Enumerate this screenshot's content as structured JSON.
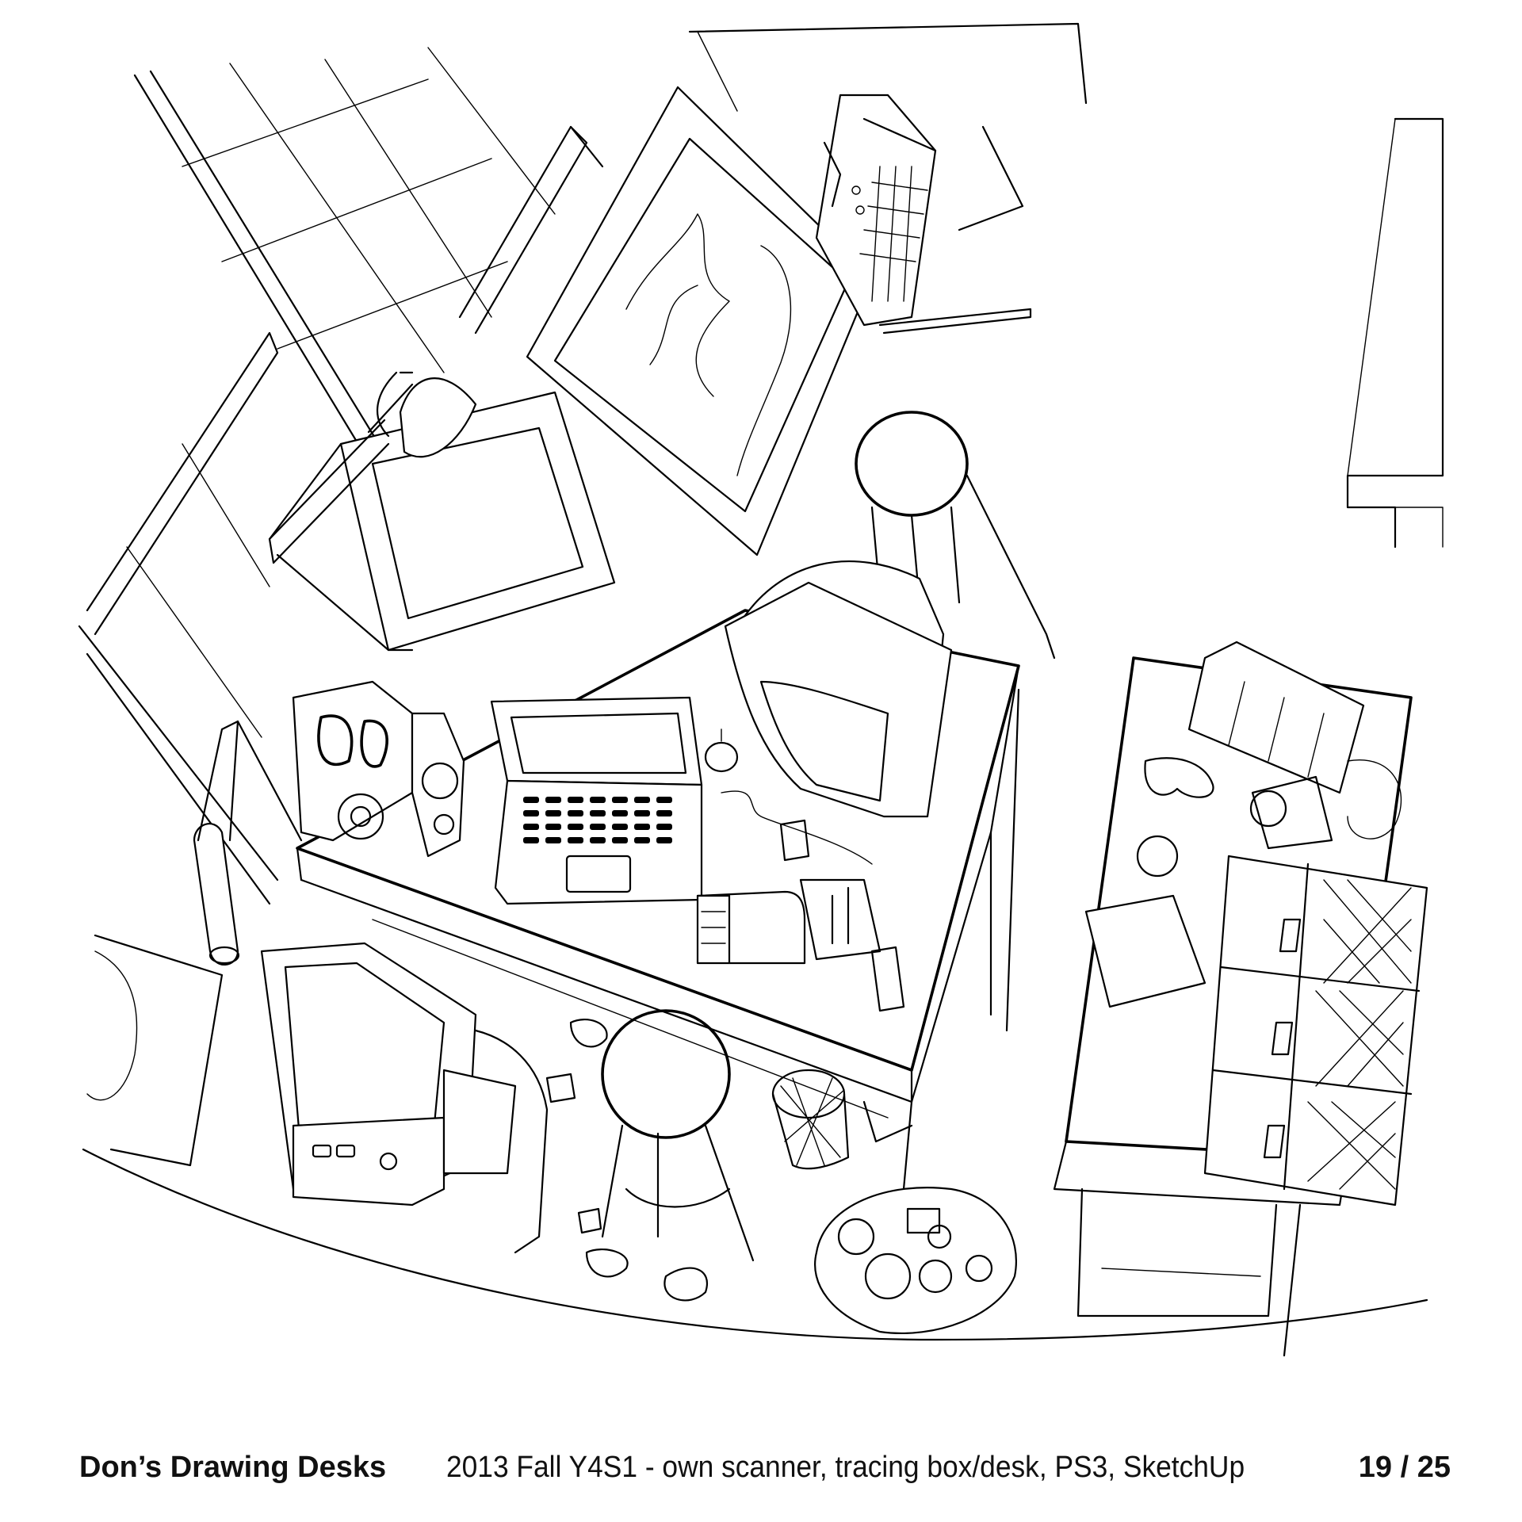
{
  "caption": {
    "title": "Don’s Drawing Desks",
    "description": "2013 Fall Y4S1 - own scanner, tracing box/desk, PS3, SketchUp",
    "page": "19 / 25"
  },
  "illustration": {
    "style": "black ink line drawing",
    "ink_color": "#000000",
    "paper_color": "#ffffff"
  }
}
